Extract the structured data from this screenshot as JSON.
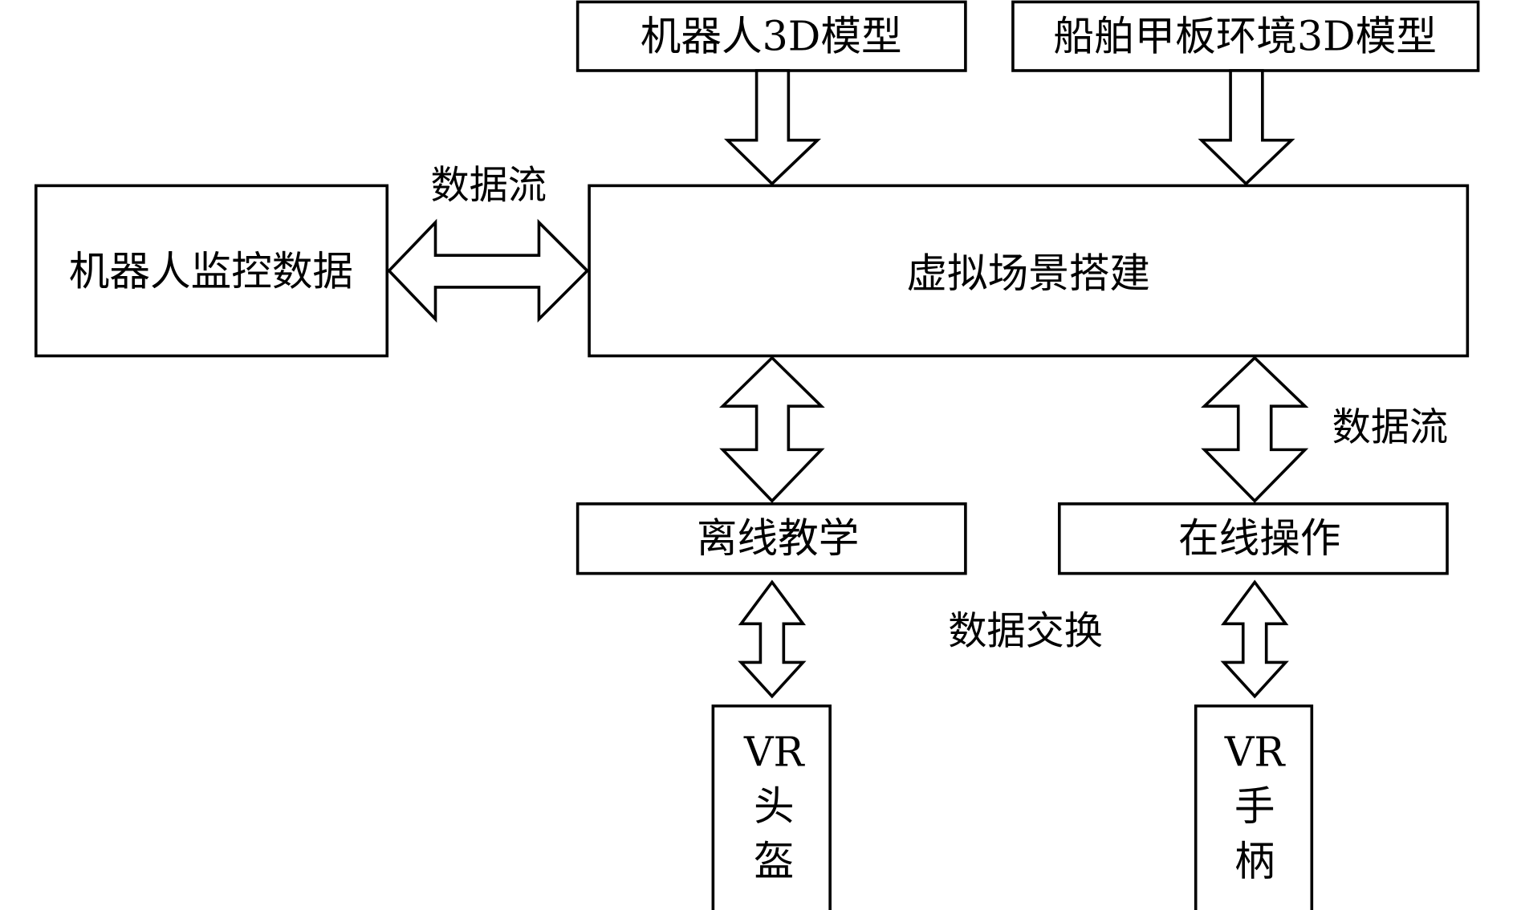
{
  "diagram": {
    "nodes": {
      "robot_model": "机器人3D模型",
      "deck_model": "船舶甲板环境3D模型",
      "monitor_data": "机器人监控数据",
      "virtual_scene": "虚拟场景搭建",
      "offline_teaching": "离线教学",
      "online_operation": "在线操作",
      "vr_headset": [
        "VR",
        "头",
        "盔"
      ],
      "vr_controller": [
        "VR",
        "手",
        "柄"
      ]
    },
    "edge_labels": {
      "left_flow": "数据流",
      "right_flow": "数据流",
      "exchange": "数据交换"
    },
    "edges": [
      {
        "from": "robot_model",
        "to": "virtual_scene",
        "type": "single"
      },
      {
        "from": "deck_model",
        "to": "virtual_scene",
        "type": "single"
      },
      {
        "from": "monitor_data",
        "to": "virtual_scene",
        "type": "double",
        "label": "数据流"
      },
      {
        "from": "virtual_scene",
        "to": "offline_teaching",
        "type": "double"
      },
      {
        "from": "virtual_scene",
        "to": "online_operation",
        "type": "double",
        "label": "数据流"
      },
      {
        "from": "offline_teaching",
        "to": "vr_headset",
        "type": "double"
      },
      {
        "from": "online_operation",
        "to": "vr_controller",
        "type": "double"
      }
    ]
  }
}
